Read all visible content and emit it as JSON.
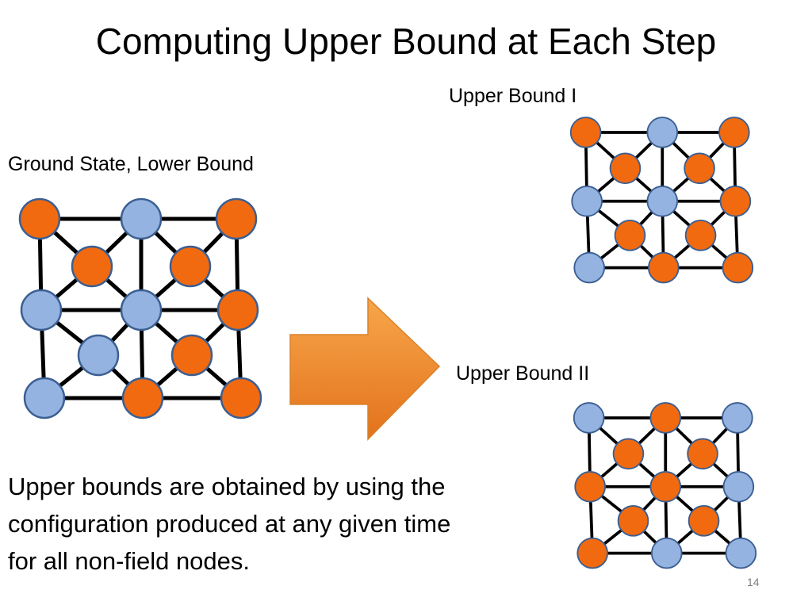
{
  "slide": {
    "title": "Computing Upper Bound at Each Step",
    "labels": {
      "ground": "Ground State, Lower Bound",
      "upper1": "Upper Bound I",
      "upper2": "Upper Bound II"
    },
    "body": "Upper bounds are obtained by using the\nconfiguration  produced at any given time\nfor all non-field nodes.",
    "page_number": "14"
  },
  "colors": {
    "orange_node": "#f26a10",
    "blue_node": "#95b3e0",
    "node_stroke": "#3b5f92",
    "edge": "#000000",
    "arrow_light": "#f7a64a",
    "arrow_dark": "#e3721c"
  },
  "lattices": {
    "ground": {
      "outer": [
        "orange",
        "blue",
        "orange",
        "blue",
        "blue",
        "orange",
        "blue",
        "orange",
        "orange"
      ],
      "inner": [
        "orange",
        "orange",
        "blue",
        "orange"
      ]
    },
    "upper1": {
      "outer": [
        "orange",
        "blue",
        "orange",
        "blue",
        "blue",
        "orange",
        "blue",
        "orange",
        "orange"
      ],
      "inner": [
        "orange",
        "orange",
        "orange",
        "orange"
      ]
    },
    "upper2": {
      "outer": [
        "blue",
        "orange",
        "blue",
        "orange",
        "orange",
        "blue",
        "orange",
        "blue",
        "blue"
      ],
      "inner": [
        "orange",
        "orange",
        "orange",
        "orange"
      ]
    }
  }
}
